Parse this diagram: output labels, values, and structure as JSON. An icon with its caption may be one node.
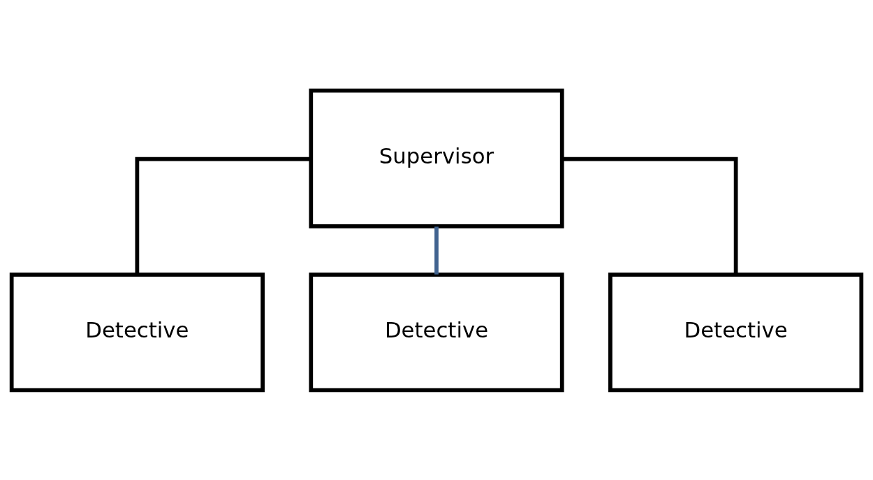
{
  "diagram": {
    "nodes": [
      {
        "text": [
          "Supervisor"
        ]
      },
      {
        "text": [
          "Detective"
        ]
      },
      {
        "text": [
          "Detective"
        ]
      },
      {
        "text": [
          "Detective"
        ]
      }
    ],
    "edges": [
      {
        "from": 0,
        "to": 1,
        "arrow": "none"
      },
      {
        "from": 0,
        "to": 2,
        "arrow": "none",
        "color": "#41638f"
      },
      {
        "from": 0,
        "to": 3,
        "arrow": "none"
      }
    ]
  }
}
